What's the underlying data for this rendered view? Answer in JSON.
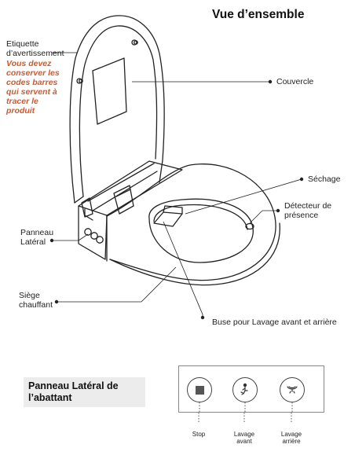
{
  "title": "Vue d’ensemble",
  "labels": {
    "warning_label": [
      "Etiquette",
      "d’avertissement"
    ],
    "warning_note": [
      "Vous devez",
      "conserver les",
      "codes barres",
      "qui servent à",
      "tracer le",
      "produit"
    ],
    "cover": "Couvercle",
    "drying": "Séchage",
    "presence_detector": [
      "Détecteur de",
      "présence"
    ],
    "side_panel": [
      "Panneau",
      "Latéral"
    ],
    "heated_seat": [
      "Siège",
      "chauffant"
    ],
    "nozzle": "Buse pour Lavage avant et arrière"
  },
  "side_panel_section": {
    "title": [
      "Panneau Latéral de",
      "l’abattant"
    ],
    "buttons": [
      {
        "label": [
          "Stop"
        ],
        "icon": "stop-square-icon"
      },
      {
        "label": [
          "Lavage",
          "avant"
        ],
        "icon": "front-wash-icon"
      },
      {
        "label": [
          "Lavage",
          "arrière"
        ],
        "icon": "rear-wash-icon"
      }
    ]
  },
  "colors": {
    "warning_text": "#d2582b",
    "panel_title_bg": "#ececec"
  }
}
